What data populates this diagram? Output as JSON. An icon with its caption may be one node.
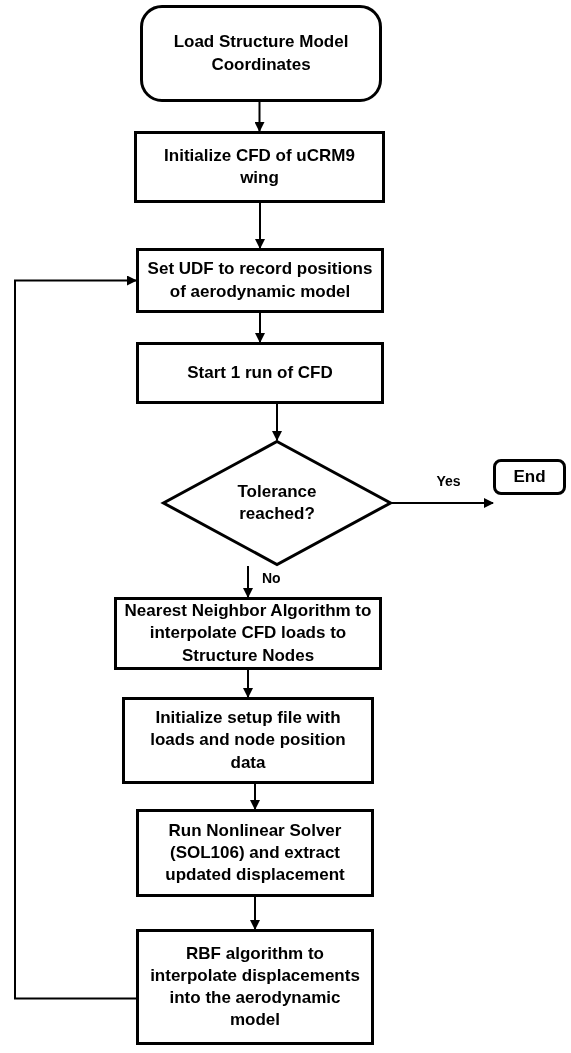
{
  "diagram": {
    "nodes": [
      {
        "text": [
          "Load Structure Model Coordinates"
        ]
      },
      {
        "text": [
          "Initialize CFD of uCRM9 wing"
        ]
      },
      {
        "text": [
          "Set UDF to record positions of aerodynamic model"
        ]
      },
      {
        "text": [
          "Start 1 run of CFD"
        ]
      },
      {
        "text": [
          "Tolerance reached?"
        ]
      },
      {
        "text": [
          "End"
        ]
      },
      {
        "text": [
          "Nearest Neighbor Algorithm to interpolate CFD loads to Structure Nodes"
        ]
      },
      {
        "text": [
          "Initialize setup file with loads and node position data"
        ]
      },
      {
        "text": [
          "Run Nonlinear Solver (SOL106) and extract updated displacement"
        ]
      },
      {
        "text": [
          "RBF algorithm to interpolate displacements into the aerodynamic model"
        ]
      }
    ],
    "edges": [
      {
        "from": 0,
        "to": 1,
        "arrow": "to"
      },
      {
        "from": 1,
        "to": 2,
        "arrow": "to"
      },
      {
        "from": 2,
        "to": 3,
        "arrow": "to"
      },
      {
        "from": 3,
        "to": 4,
        "arrow": "to"
      },
      {
        "from": 4,
        "to": 5,
        "arrow": "to",
        "label": "Yes"
      },
      {
        "from": 4,
        "to": 6,
        "arrow": "to",
        "label": "No"
      },
      {
        "from": 6,
        "to": 7,
        "arrow": "to"
      },
      {
        "from": 7,
        "to": 8,
        "arrow": "to"
      },
      {
        "from": 8,
        "to": 9,
        "arrow": "to"
      },
      {
        "from": 9,
        "to": 2,
        "arrow": "to"
      }
    ]
  }
}
